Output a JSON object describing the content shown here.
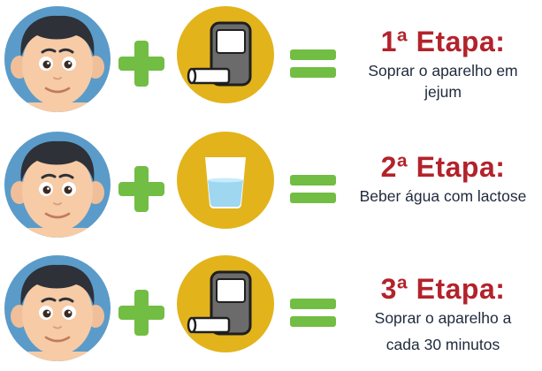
{
  "colors": {
    "face_circle": "#5b9bc9",
    "device_circle": "#e2b31b",
    "operator_green": "#72bd43",
    "title_red": "#b3222b",
    "text_dark": "#1f2a3c"
  },
  "steps": [
    {
      "title": "1ª Etapa:",
      "description_lines": [
        "Soprar o aparelho em jejum"
      ],
      "icon": "breath-analyzer-icon"
    },
    {
      "title": "2ª Etapa:",
      "description_lines": [
        "Beber água com lactose"
      ],
      "icon": "glass-of-water-icon"
    },
    {
      "title": "3ª Etapa:",
      "description_lines": [
        "Soprar o aparelho a",
        "cada 30 minutos"
      ],
      "icon": "breath-analyzer-icon"
    }
  ]
}
